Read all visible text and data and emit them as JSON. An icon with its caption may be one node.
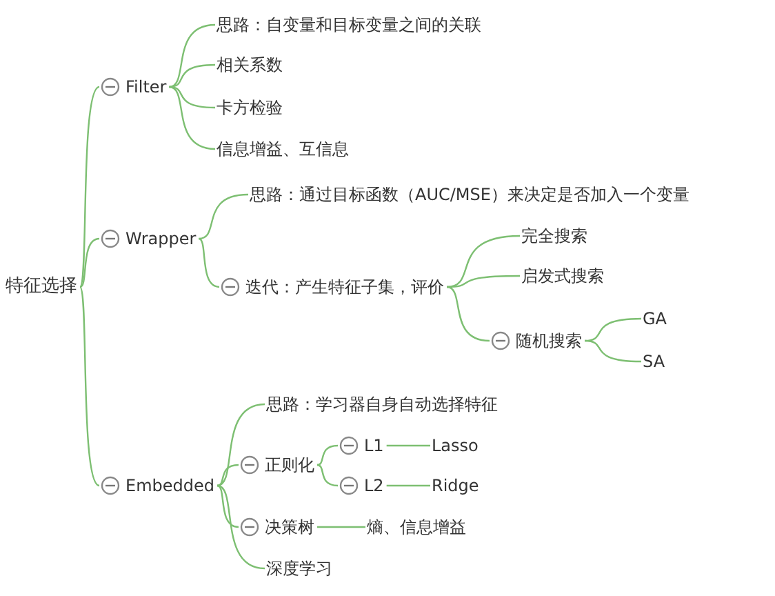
{
  "diagram": {
    "nodes": [
      {
        "text": [
          "特征选择"
        ]
      },
      {
        "text": [
          "Filter"
        ]
      },
      {
        "text": [
          "思路：自变量和目标变量之间的关联"
        ]
      },
      {
        "text": [
          "相关系数"
        ]
      },
      {
        "text": [
          "卡方检验"
        ]
      },
      {
        "text": [
          "信息增益、互信息"
        ]
      },
      {
        "text": [
          "Wrapper"
        ]
      },
      {
        "text": [
          "思路：通过目标函数（AUC/MSE）来决定是否加入一个变量"
        ]
      },
      {
        "text": [
          "迭代：产生特征子集，评价"
        ]
      },
      {
        "text": [
          "完全搜索"
        ]
      },
      {
        "text": [
          "启发式搜索"
        ]
      },
      {
        "text": [
          "随机搜索"
        ]
      },
      {
        "text": [
          "GA"
        ]
      },
      {
        "text": [
          "SA"
        ]
      },
      {
        "text": [
          "Embedded"
        ]
      },
      {
        "text": [
          "思路：学习器自身自动选择特征"
        ]
      },
      {
        "text": [
          "正则化"
        ]
      },
      {
        "text": [
          "L1"
        ]
      },
      {
        "text": [
          "Lasso"
        ]
      },
      {
        "text": [
          "L2"
        ]
      },
      {
        "text": [
          "Ridge"
        ]
      },
      {
        "text": [
          "决策树"
        ]
      },
      {
        "text": [
          "熵、信息增益"
        ]
      },
      {
        "text": [
          "深度学习"
        ]
      }
    ],
    "edges": [
      {
        "from": 0,
        "to": 1,
        "arrow": "none"
      },
      {
        "from": 1,
        "to": 2,
        "arrow": "none"
      },
      {
        "from": 1,
        "to": 3,
        "arrow": "none"
      },
      {
        "from": 1,
        "to": 4,
        "arrow": "none"
      },
      {
        "from": 1,
        "to": 5,
        "arrow": "none"
      },
      {
        "from": 0,
        "to": 6,
        "arrow": "none"
      },
      {
        "from": 6,
        "to": 7,
        "arrow": "none"
      },
      {
        "from": 6,
        "to": 8,
        "arrow": "none"
      },
      {
        "from": 8,
        "to": 9,
        "arrow": "none"
      },
      {
        "from": 8,
        "to": 10,
        "arrow": "none"
      },
      {
        "from": 8,
        "to": 11,
        "arrow": "none"
      },
      {
        "from": 11,
        "to": 12,
        "arrow": "none"
      },
      {
        "from": 11,
        "to": 13,
        "arrow": "none"
      },
      {
        "from": 0,
        "to": 14,
        "arrow": "none"
      },
      {
        "from": 14,
        "to": 15,
        "arrow": "none"
      },
      {
        "from": 14,
        "to": 16,
        "arrow": "none"
      },
      {
        "from": 16,
        "to": 17,
        "arrow": "none"
      },
      {
        "from": 17,
        "to": 18,
        "arrow": "none"
      },
      {
        "from": 16,
        "to": 19,
        "arrow": "none"
      },
      {
        "from": 19,
        "to": 20,
        "arrow": "none"
      },
      {
        "from": 14,
        "to": 21,
        "arrow": "none"
      },
      {
        "from": 21,
        "to": 22,
        "arrow": "none"
      },
      {
        "from": 14,
        "to": 23,
        "arrow": "none"
      }
    ]
  }
}
